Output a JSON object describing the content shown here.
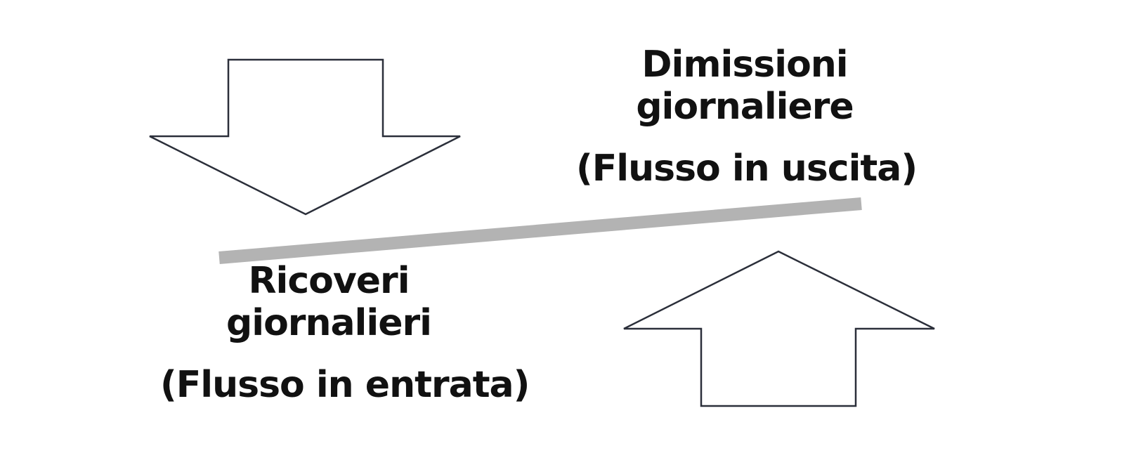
{
  "outflow": {
    "line1": "Dimissioni",
    "line2": "giornaliere",
    "note": "(Flusso in uscita)"
  },
  "inflow": {
    "line1": "Ricoveri",
    "line2": "giornalieri",
    "note": "(Flusso in entrata)"
  },
  "colors": {
    "arrow_stroke": "#2b2f3a",
    "arrow_fill": "#ffffff",
    "balance_bar": "#b3b3b3",
    "text": "#111111"
  }
}
